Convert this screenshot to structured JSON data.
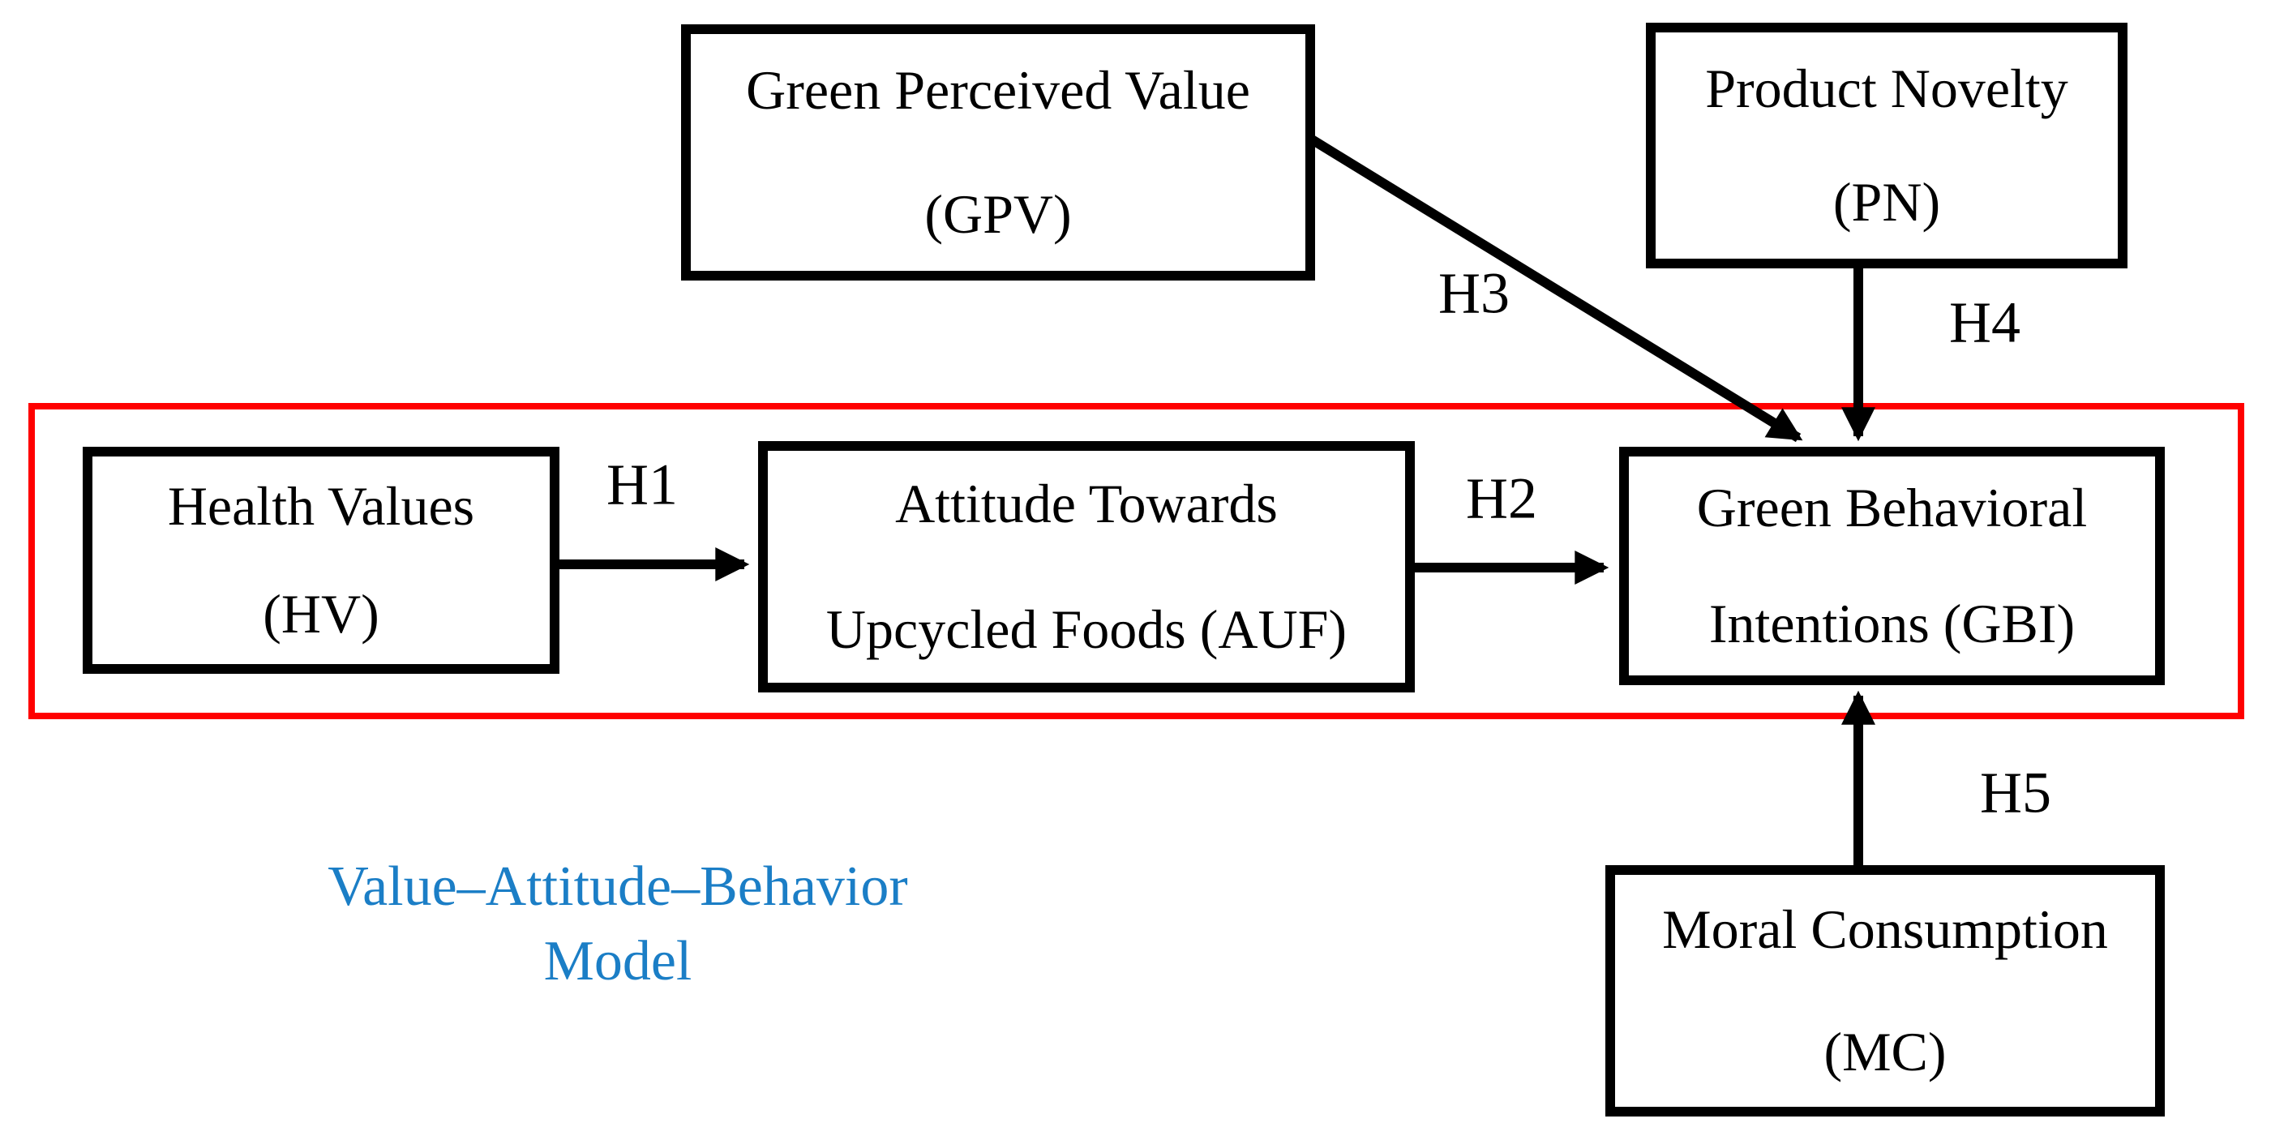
{
  "figure": {
    "boxes": [
      {
        "id": "gpv",
        "line1": "Green Perceived Value",
        "line2": "(GPV)"
      },
      {
        "id": "pn",
        "line1": "Product Novelty",
        "line2": "(PN)"
      },
      {
        "id": "hv",
        "line1": "Health Values",
        "line2": "(HV)"
      },
      {
        "id": "auf",
        "line1": "Attitude Towards",
        "line2": "Upcycled Foods (AUF)"
      },
      {
        "id": "gbi",
        "line1": "Green Behavioral",
        "line2": "Intentions (GBI)"
      },
      {
        "id": "mc",
        "line1": "Moral Consumption",
        "line2": "(MC)"
      }
    ],
    "hypotheses": [
      {
        "id": "h1",
        "label": "H1",
        "from": "hv",
        "to": "auf"
      },
      {
        "id": "h2",
        "label": "H2",
        "from": "auf",
        "to": "gbi"
      },
      {
        "id": "h3",
        "label": "H3",
        "from": "gpv",
        "to": "gbi"
      },
      {
        "id": "h4",
        "label": "H4",
        "from": "pn",
        "to": "gbi"
      },
      {
        "id": "h5",
        "label": "H5",
        "from": "mc",
        "to": "gbi"
      }
    ],
    "frame_caption": {
      "line1": "Value–Attitude–Behavior",
      "line2": "Model"
    },
    "colors": {
      "frame_border": "#FF0000",
      "caption_text": "#1B7EC6",
      "box_border": "#000000",
      "arrow": "#000000",
      "background": "#FFFFFF"
    }
  }
}
